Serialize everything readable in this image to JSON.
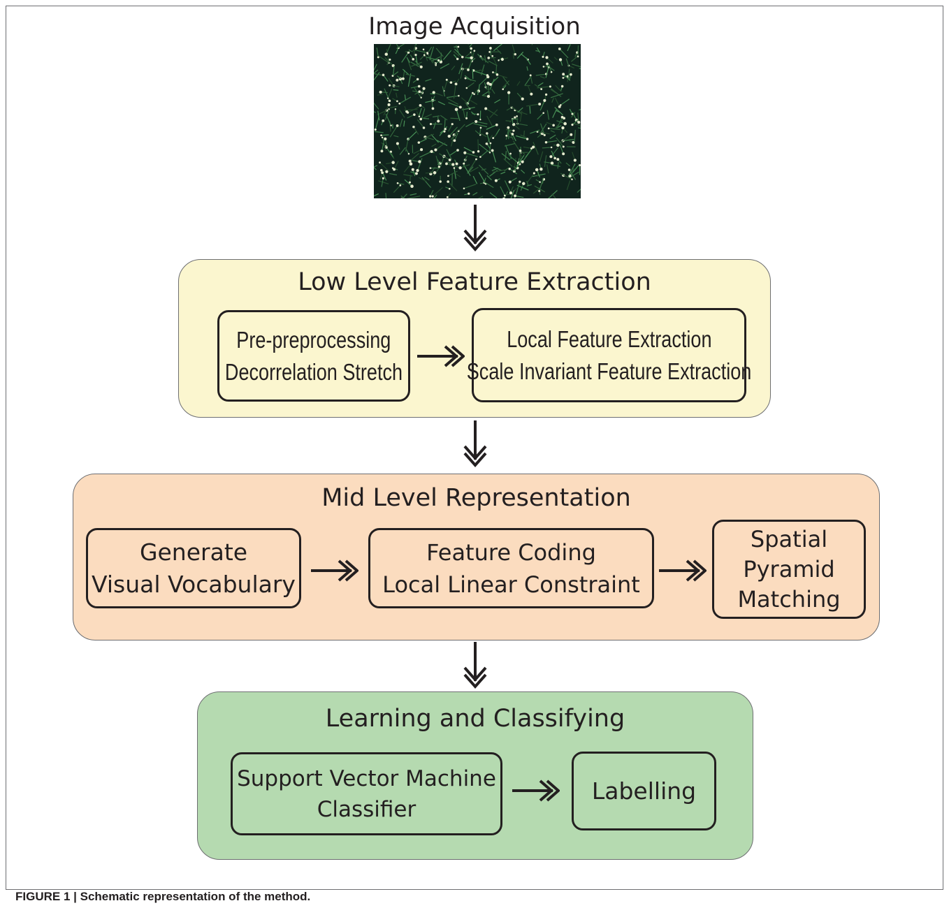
{
  "acquisition": {
    "title": "Image Acquisition"
  },
  "low_level": {
    "title": "Low Level Feature Extraction",
    "color": "#fbf6cf",
    "box1": [
      "Pre-preprocessing",
      "Decorrelation Stretch"
    ],
    "box2": [
      "Local Feature Extraction",
      "Scale Invariant Feature Extraction"
    ]
  },
  "mid_level": {
    "title": "Mid Level Representation",
    "color": "#fbdcbf",
    "box1": [
      "Generate",
      "Visual Vocabulary"
    ],
    "box2": [
      "Feature Coding",
      "Local Linear Constraint"
    ],
    "box3": [
      "Spatial",
      "Pyramid",
      "Matching"
    ]
  },
  "learning": {
    "title": "Learning and Classifying",
    "color": "#b5dab0",
    "box1": [
      "Support Vector Machine",
      "Classifier"
    ],
    "box2": [
      "Labelling"
    ]
  },
  "caption": "FIGURE 1 | Schematic representation of the method."
}
